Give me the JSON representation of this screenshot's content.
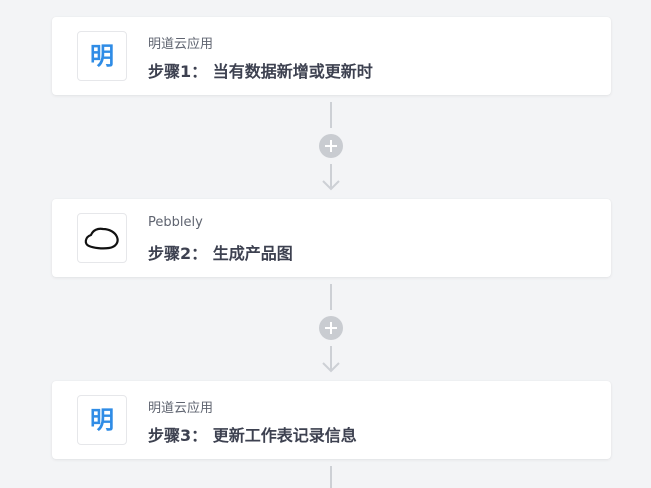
{
  "steps": [
    {
      "app_name": "明道云应用",
      "title": "步骤1： 当有数据新增或更新时",
      "icon": "mingdao-icon",
      "icon_glyph": "明"
    },
    {
      "app_name": "Pebblely",
      "title": "步骤2： 生成产品图",
      "icon": "pebblely-icon"
    },
    {
      "app_name": "明道云应用",
      "title": "步骤3： 更新工作表记录信息",
      "icon": "mingdao-icon",
      "icon_glyph": "明"
    }
  ],
  "colors": {
    "background": "#f3f4f6",
    "card": "#ffffff",
    "mingdao_blue": "#2f8ce6",
    "connector": "#cdd0d5",
    "add_button": "#c9ccd1"
  }
}
